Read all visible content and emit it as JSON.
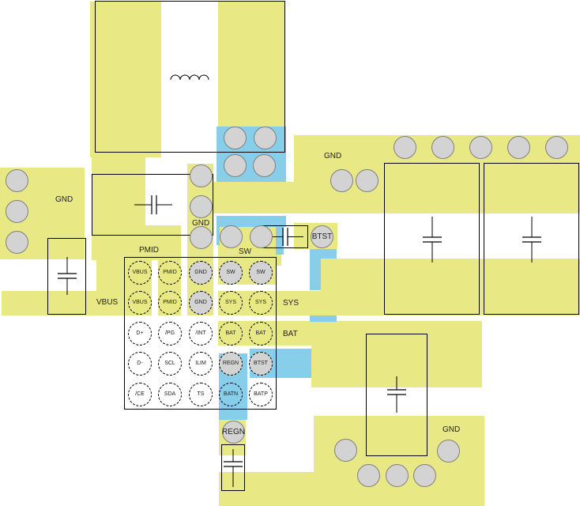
{
  "diagram": {
    "type": "PCB layout",
    "colors": {
      "copper": "#e8e885",
      "inner_trace": "#87ceeb",
      "via": "#d3d3d3",
      "outline": "#000000"
    },
    "net_labels": [
      {
        "id": "gnd-left",
        "text": "GND"
      },
      {
        "id": "gnd-mid",
        "text": "GND"
      },
      {
        "id": "gnd-top-right",
        "text": "GND"
      },
      {
        "id": "gnd-bottom-right",
        "text": "GND"
      },
      {
        "id": "pmid",
        "text": "PMID"
      },
      {
        "id": "sw",
        "text": "SW"
      },
      {
        "id": "vbus",
        "text": "VBUS"
      },
      {
        "id": "sys",
        "text": "SYS"
      },
      {
        "id": "bat",
        "text": "BAT"
      }
    ],
    "ic_pads": [
      [
        "VBUS",
        "PMID",
        "GND",
        "SW",
        "SW"
      ],
      [
        "VBUS",
        "PMID",
        "GND",
        "SYS",
        "SYS"
      ],
      [
        "D+",
        "/PG",
        "/INT",
        "BAT",
        "BAT"
      ],
      [
        "D-",
        "SCL",
        "ILIM",
        "REGN",
        "BTST"
      ],
      [
        "/CE",
        "SDA",
        "TS",
        "BATN",
        "BATP"
      ]
    ],
    "labeled_vias": {
      "btst": "BTST",
      "regn": "REGN"
    },
    "components": [
      {
        "id": "inductor",
        "symbol": "inductor"
      },
      {
        "id": "cap-pmid",
        "symbol": "capacitor-horizontal"
      },
      {
        "id": "cap-vbus",
        "symbol": "capacitor-vertical"
      },
      {
        "id": "cap-btst",
        "symbol": "capacitor-horizontal"
      },
      {
        "id": "cap-sys-1",
        "symbol": "capacitor-vertical"
      },
      {
        "id": "cap-sys-2",
        "symbol": "capacitor-vertical"
      },
      {
        "id": "cap-bat",
        "symbol": "capacitor-vertical"
      },
      {
        "id": "cap-regn",
        "symbol": "capacitor-vertical"
      }
    ]
  }
}
